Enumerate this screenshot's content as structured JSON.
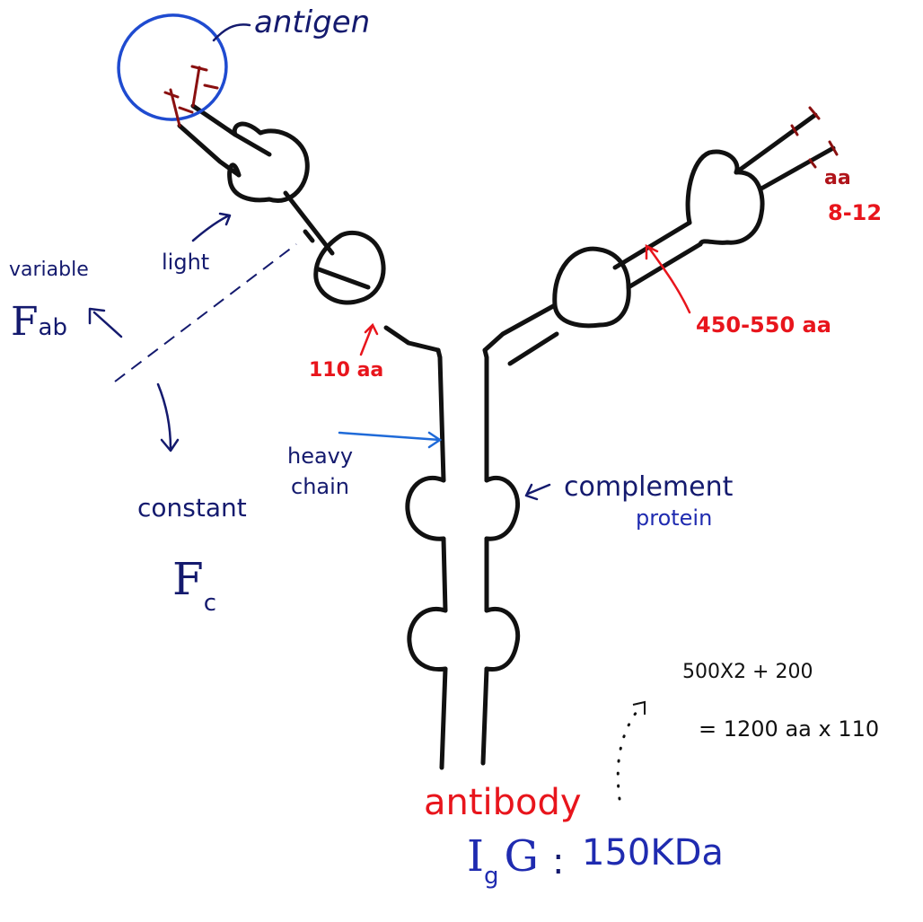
{
  "labels": {
    "antigen": "antigen",
    "variable": "variable",
    "fab_main": "F",
    "fab_sub": "ab",
    "light": "light",
    "constant": "constant",
    "fc_main": "F",
    "fc_sub": "c",
    "heavy": "heavy",
    "chain": "chain",
    "complement": "complement",
    "protein": "protein",
    "aa_110": "110 aa",
    "aa_450": "450-550 aa",
    "aa_tip_1": "aa",
    "aa_tip_2": "8-12",
    "antibody": "antibody",
    "igg_main": "I",
    "igg_sub": "g",
    "igg_g": "G",
    "colon": ":",
    "kda": "150KDa",
    "calc_1": "500X2 + 200",
    "calc_2": "= 1200 aa  x  110"
  },
  "colors": {
    "navy_ink": "#141a6e",
    "red_ink": "#e8151c",
    "blue_ink": "#1f2bb0",
    "black_ink": "#111111",
    "dark_red_tip": "#8a1010"
  }
}
